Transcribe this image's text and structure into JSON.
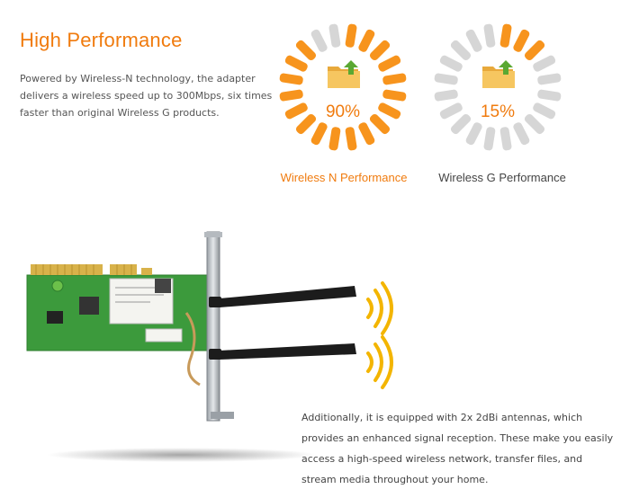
{
  "title": "High Performance",
  "intro_text": "Powered by Wireless-N technology, the adapter delivers a wireless speed up to 300Mbps, six times faster than original Wireless G products.",
  "gauges": [
    {
      "percent": "90%",
      "caption": "Wireless N Performance",
      "fill_fraction": 0.9,
      "active_color": "#f7941d",
      "inactive_color": "#d6d6d6"
    },
    {
      "percent": "15%",
      "caption": "Wireless G Performance",
      "fill_fraction": 0.15,
      "active_color": "#f7941d",
      "inactive_color": "#d6d6d6"
    }
  ],
  "icons": {
    "gauge_icon": "folder-with-upload-arrow-icon",
    "signal_icon": "wireless-signal-icon"
  },
  "bottom_text": "Additionally, it is equipped with 2x 2dBi antennas, which provides an enhanced signal reception. These make you easily access a high-speed wireless network, transfer files, and stream media throughout your home.",
  "colors": {
    "accent": "#f07b0e",
    "pcb_green": "#3c9a3c",
    "gold": "#d8b24a"
  }
}
